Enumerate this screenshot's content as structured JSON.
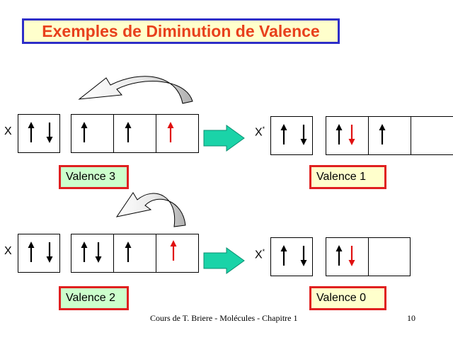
{
  "title": "Exemples de Diminution de Valence",
  "rows": [
    {
      "left_atom": "X",
      "right_atom": "X",
      "right_atom_sup": "*",
      "left_valence": "Valence 3",
      "right_valence": "Valence 1"
    },
    {
      "left_atom": "X",
      "right_atom": "X",
      "right_atom_sup": "*",
      "left_valence": "Valence 2",
      "right_valence": "Valence 0"
    }
  ],
  "footer": {
    "credit": "Cours de T. Briere - Molécules - Chapitre 1",
    "page_number": "10"
  },
  "colors": {
    "title_text": "#e8401c",
    "title_border": "#2e2ec8",
    "title_bg": "#ffffcc",
    "valence_border": "#e02020",
    "left_valence_bg": "#ccffcc",
    "right_valence_bg": "#ffffcc",
    "reaction_arrow": "#1ad3a8",
    "electron_black": "#000000",
    "electron_red": "#e01010",
    "curved_arrow_fill": "#bdbdbd"
  }
}
